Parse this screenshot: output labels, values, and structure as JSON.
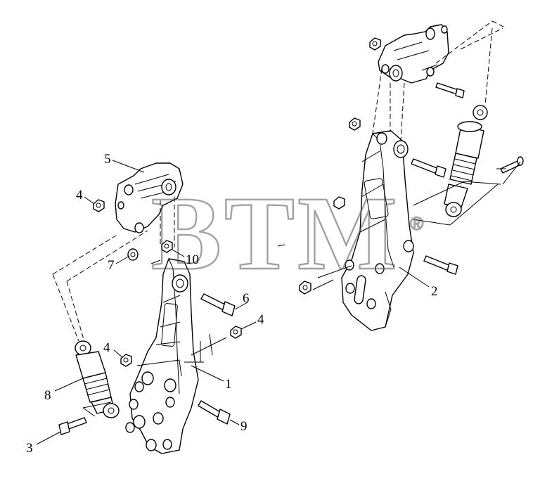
{
  "watermark": {
    "text": "BTM",
    "registered": "®"
  },
  "callouts": {
    "c1": "1",
    "c2": "2",
    "c3": "3",
    "c4a": "4",
    "c4b": "4",
    "c4c": "4",
    "c5": "5",
    "c6": "6",
    "c7": "7",
    "c8": "8",
    "c9": "9",
    "c10": "10"
  }
}
